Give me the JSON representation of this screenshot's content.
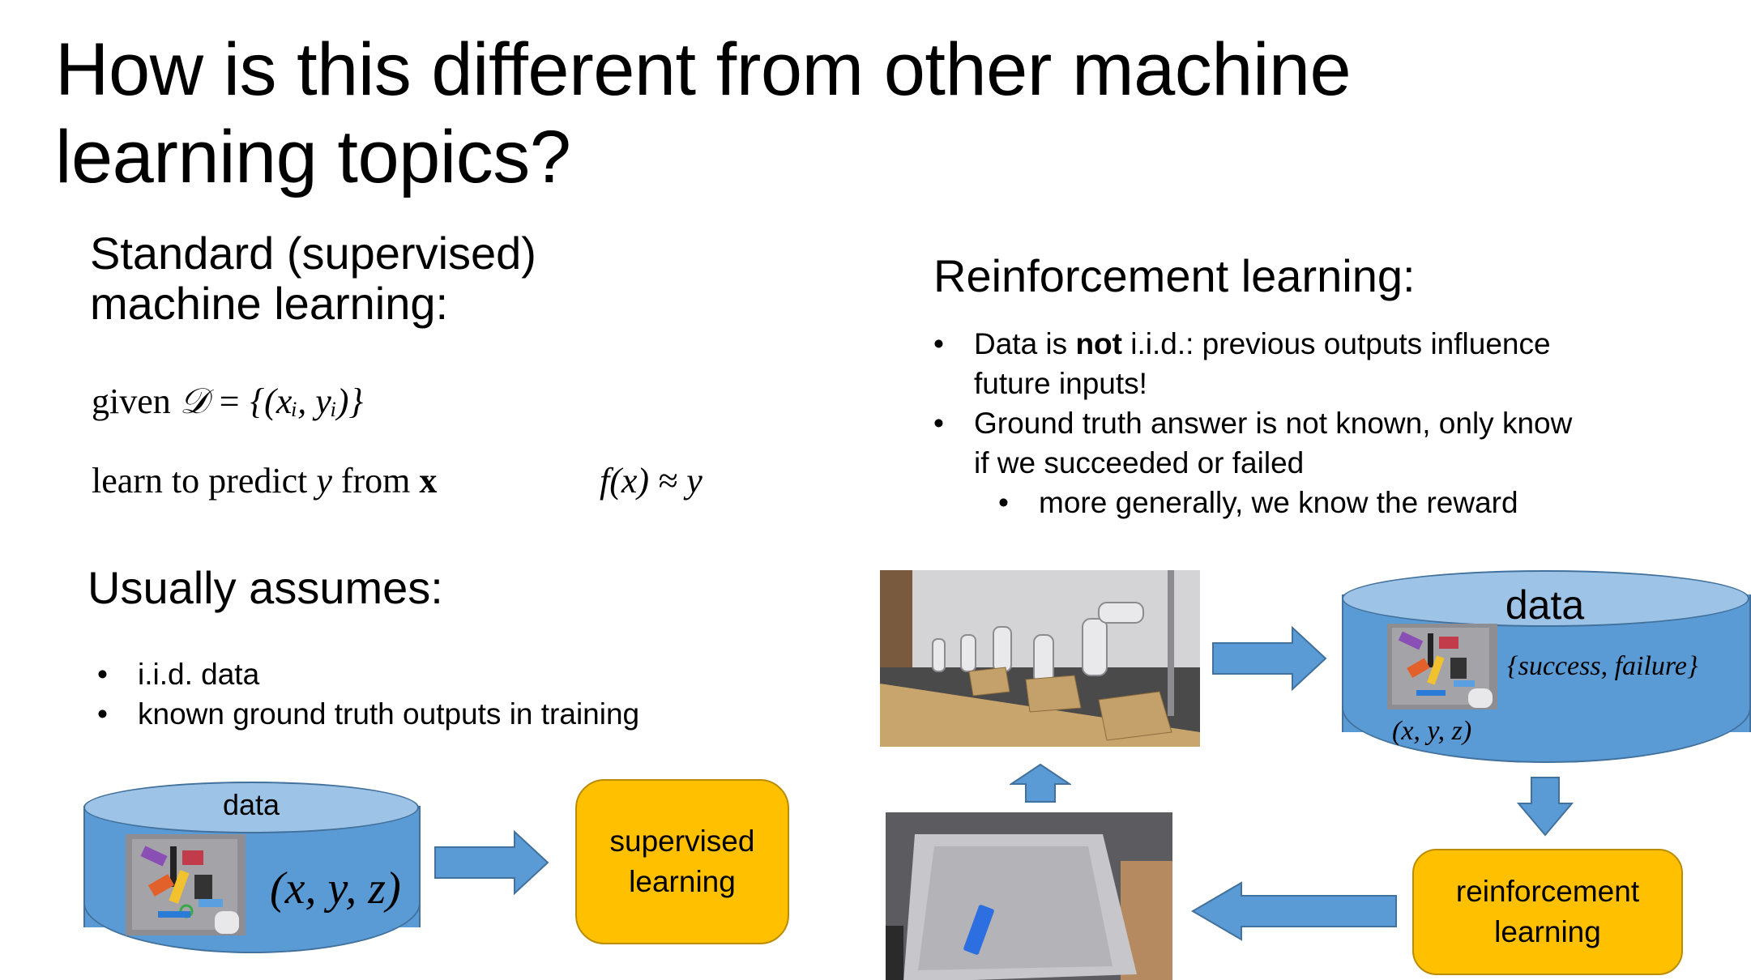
{
  "slide": {
    "title_line1": "How is this different from other machine",
    "title_line2": "learning topics?"
  },
  "supervised": {
    "heading_line1": "Standard (supervised)",
    "heading_line2": "machine learning:",
    "given_word": "given",
    "given_expr": "𝒟 = {(xᵢ, yᵢ)}",
    "learn_text": "learn to predict",
    "learn_y": "y",
    "learn_from": "from",
    "learn_x": "x",
    "fx_expr": "f(x) ≈ y",
    "assumes_heading": "Usually assumes:",
    "assumptions": [
      "i.i.d. data",
      "known ground truth outputs in training"
    ],
    "diagram": {
      "cylinder_label": "data",
      "tuple": "(x, y, z)",
      "box_label_line1": "supervised",
      "box_label_line2": "learning"
    }
  },
  "reinforcement": {
    "heading": "Reinforcement learning:",
    "bullets": [
      {
        "pre": "Data is ",
        "bold": "not",
        "post": " i.i.d.: previous outputs influence",
        "cont": "future inputs!"
      },
      {
        "pre": "Ground truth answer is not known, only know",
        "bold": "",
        "post": "",
        "cont": "if we succeeded or failed"
      }
    ],
    "sub_bullet": "more generally, we know the reward",
    "diagram": {
      "cylinder_label": "data",
      "outcome_set": "{success, failure}",
      "tuple": "(x, y, z)",
      "box_label_line1": "reinforcement",
      "box_label_line2": "learning"
    }
  },
  "colors": {
    "cylinder_body": "#5b9bd5",
    "cylinder_top": "#9dc3e6",
    "cylinder_border": "#41719c",
    "box_fill": "#ffc000",
    "box_border": "#bc8c00",
    "arrow": "#5b9bd5"
  }
}
